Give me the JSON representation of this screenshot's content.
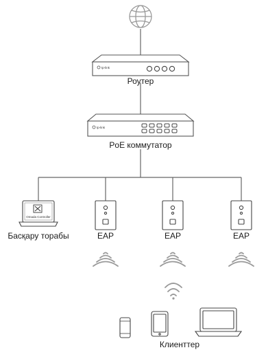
{
  "nodes": {
    "internet": {
      "icon": "globe-icon"
    },
    "router": {
      "label": "Роутер",
      "brand": "tp-link"
    },
    "switch": {
      "label": "PoE коммутатор",
      "brand": "tp-link"
    },
    "controller": {
      "label": "Басқару торабы",
      "screen_text": "Omada Controller"
    },
    "eaps": [
      {
        "label": "EAP"
      },
      {
        "label": "EAP"
      },
      {
        "label": "EAP"
      }
    ],
    "clients": {
      "label": "Клиенттер"
    }
  },
  "colors": {
    "stroke": "#666666",
    "icon_gray": "#9a9a9a"
  }
}
